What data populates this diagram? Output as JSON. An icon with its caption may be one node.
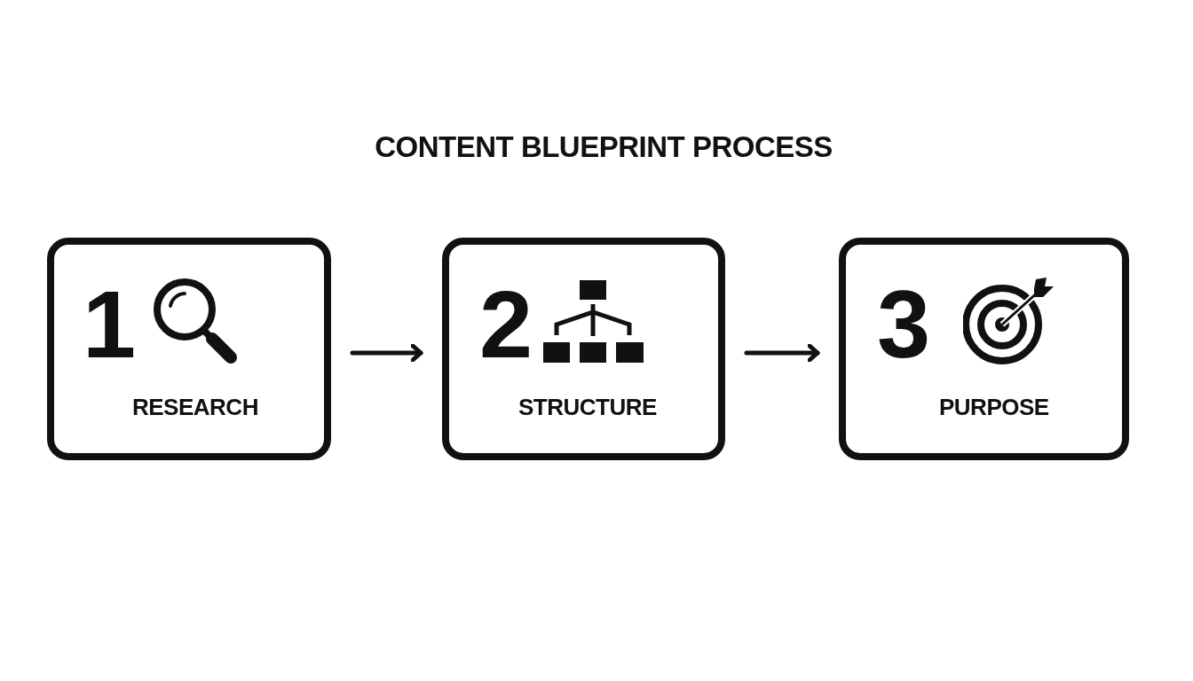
{
  "diagram": {
    "title": "CONTENT BLUEPRINT PROCESS",
    "nodes": [
      {
        "text": [
          "1",
          "RESEARCH"
        ]
      },
      {
        "text": [
          "2",
          "STRUCTURE"
        ]
      },
      {
        "text": [
          "3",
          "PURPOSE"
        ]
      }
    ],
    "edges": [
      {
        "from": 0,
        "to": 1,
        "arrow": "to"
      },
      {
        "from": 1,
        "to": 2,
        "arrow": "to"
      }
    ]
  }
}
